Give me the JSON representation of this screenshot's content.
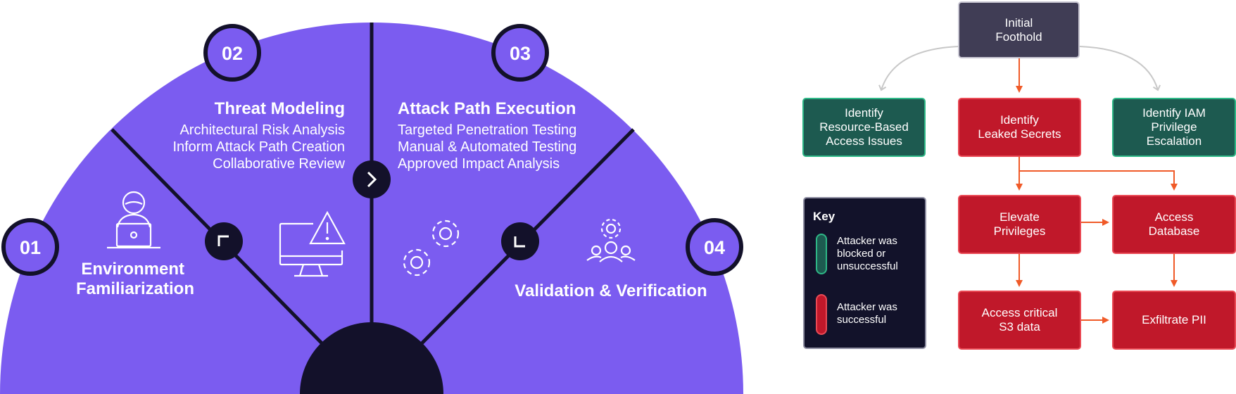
{
  "wheel": {
    "stages": [
      {
        "number": "01",
        "title": "Environment\nFamiliarization",
        "items": []
      },
      {
        "number": "02",
        "title": "Threat Modeling",
        "items": [
          "Architectural Risk Analysis",
          "Inform Attack Path Creation",
          "Collaborative Review"
        ]
      },
      {
        "number": "03",
        "title": "Attack Path Execution",
        "items": [
          "Targeted Penetration Testing",
          "Manual & Automated Testing",
          "Approved Impact Analysis"
        ]
      },
      {
        "number": "04",
        "title": "Validation & Verification",
        "items": []
      }
    ],
    "icons": [
      "person-laptop-icon",
      "warning-monitor-icon",
      "gears-icon",
      "team-gear-icon"
    ],
    "colors": {
      "fill": "#7b5cf0",
      "dark": "#13112a",
      "numFill": "#7b5cf0"
    }
  },
  "flow": {
    "nodes": {
      "foothold": {
        "label": "Initial\nFoothold",
        "status": "neutral"
      },
      "resource": {
        "label": "Identify\nResource-Based\nAccess Issues",
        "status": "blocked"
      },
      "secrets": {
        "label": "Identify\nLeaked Secrets",
        "status": "successful"
      },
      "iam": {
        "label": "Identify IAM\nPrivilege\nEscalation",
        "status": "blocked"
      },
      "elevate": {
        "label": "Elevate\nPrivileges",
        "status": "successful"
      },
      "database": {
        "label": "Access\nDatabase",
        "status": "successful"
      },
      "s3": {
        "label": "Access critical\nS3 data",
        "status": "successful"
      },
      "pii": {
        "label": "Exfiltrate PII",
        "status": "successful"
      }
    },
    "key": {
      "title": "Key",
      "blocked": "Attacker was\nblocked or\nunsuccessful",
      "successful": "Attacker was\nsuccessful"
    },
    "colors": {
      "blocked": "#1d5a50",
      "successful": "#c0182a",
      "neutral": "#403d55",
      "arrow": "#f05a28",
      "grayArrow": "#c8c8c8"
    }
  }
}
